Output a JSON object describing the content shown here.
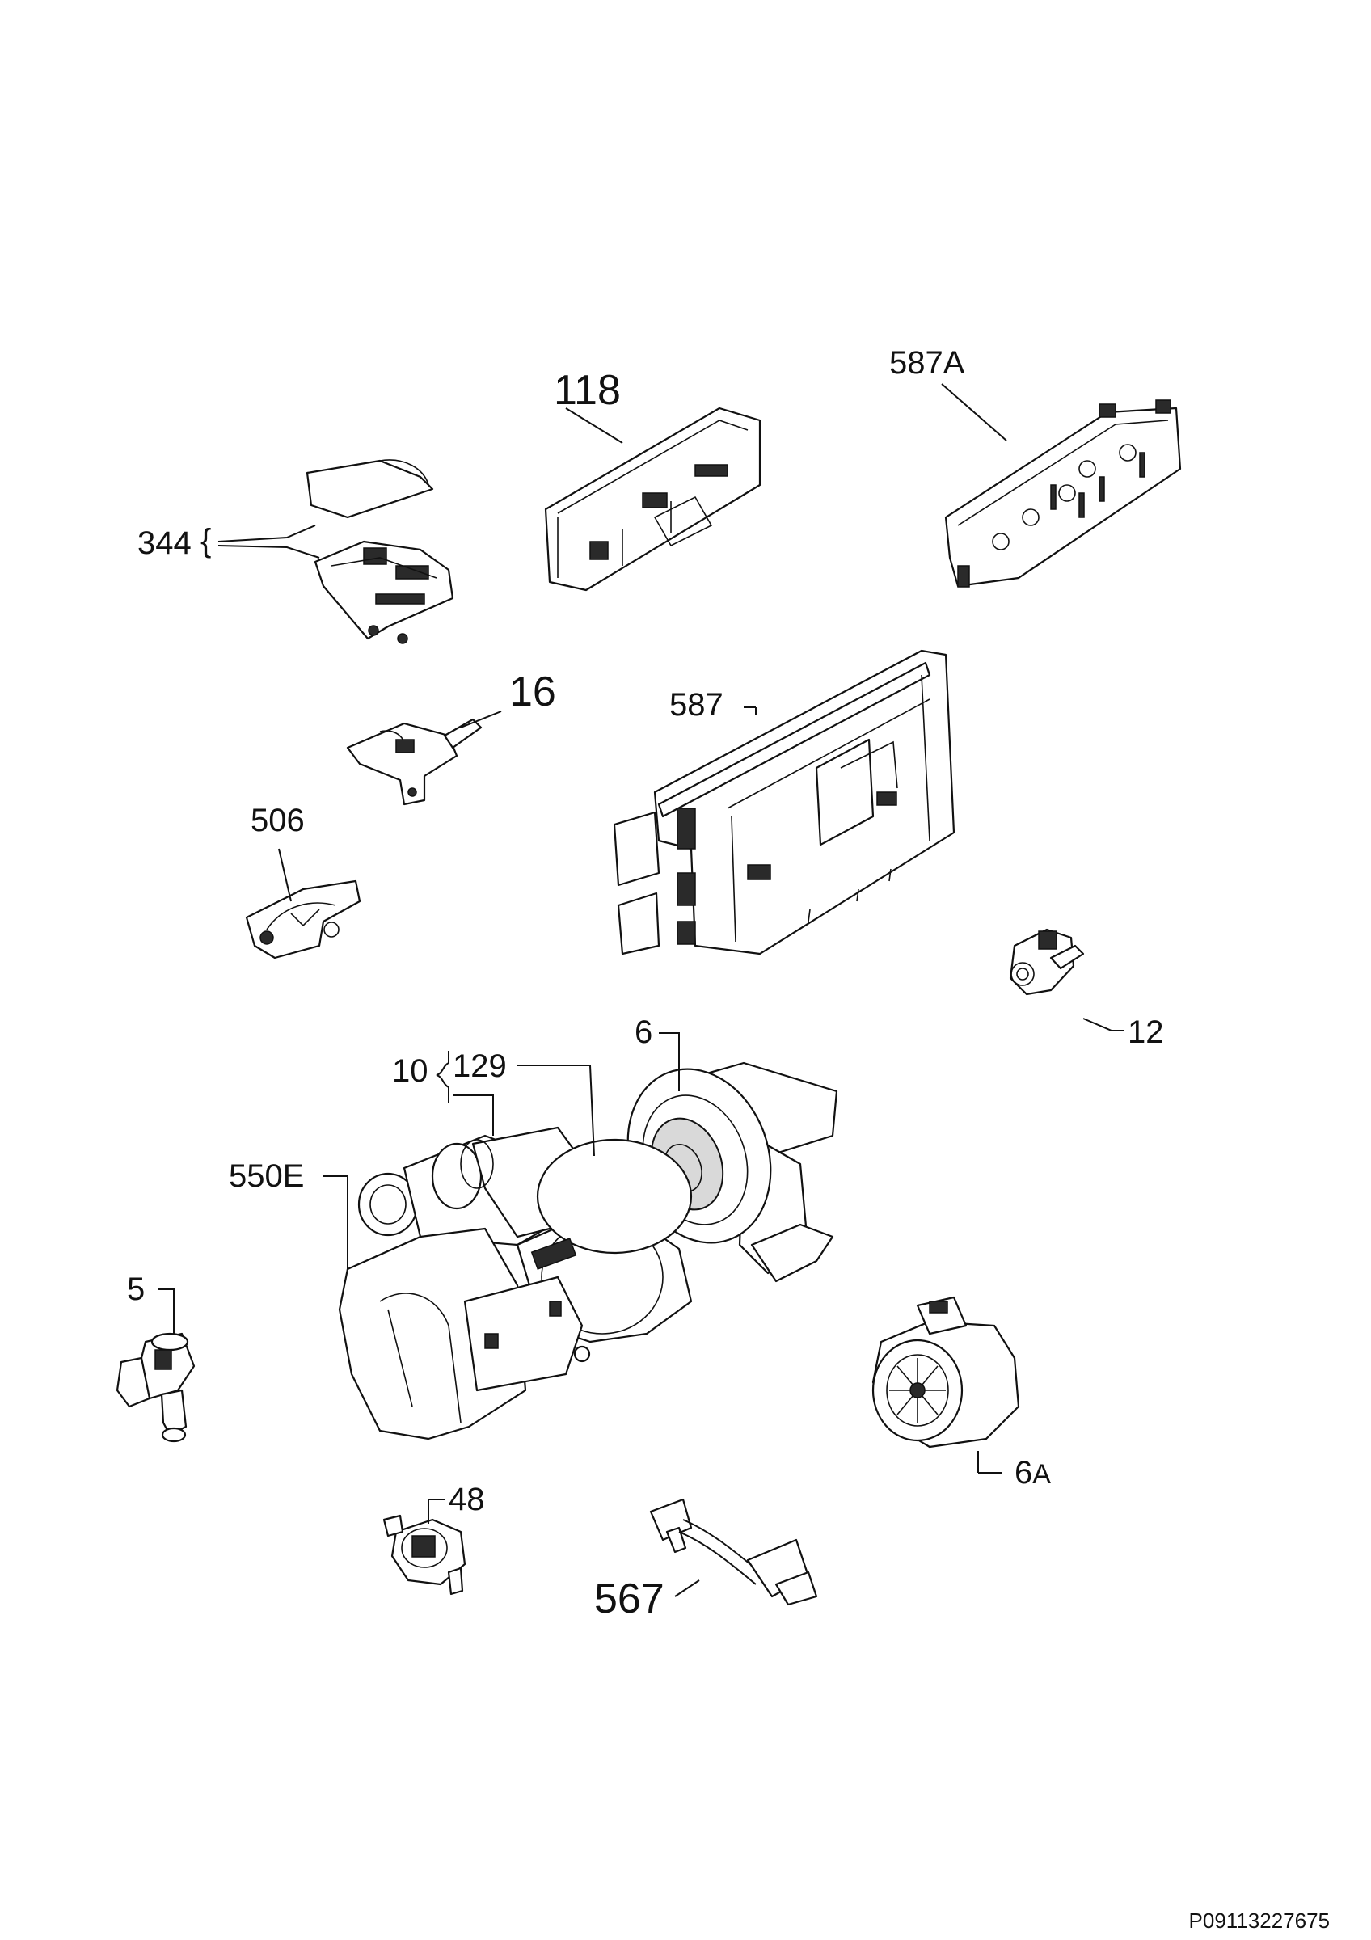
{
  "labels": {
    "p118": "118",
    "p587A": "587A",
    "p344": "344",
    "p16": "16",
    "p587": "587",
    "p506": "506",
    "p12": "12",
    "p6": "6",
    "p10": "10",
    "p129": "129",
    "p550E": "550E",
    "p5": "5",
    "p6A_num": "6",
    "p6A_suffix": "A",
    "p48": "48",
    "p567": "567"
  },
  "reference_code": "P09113227675"
}
